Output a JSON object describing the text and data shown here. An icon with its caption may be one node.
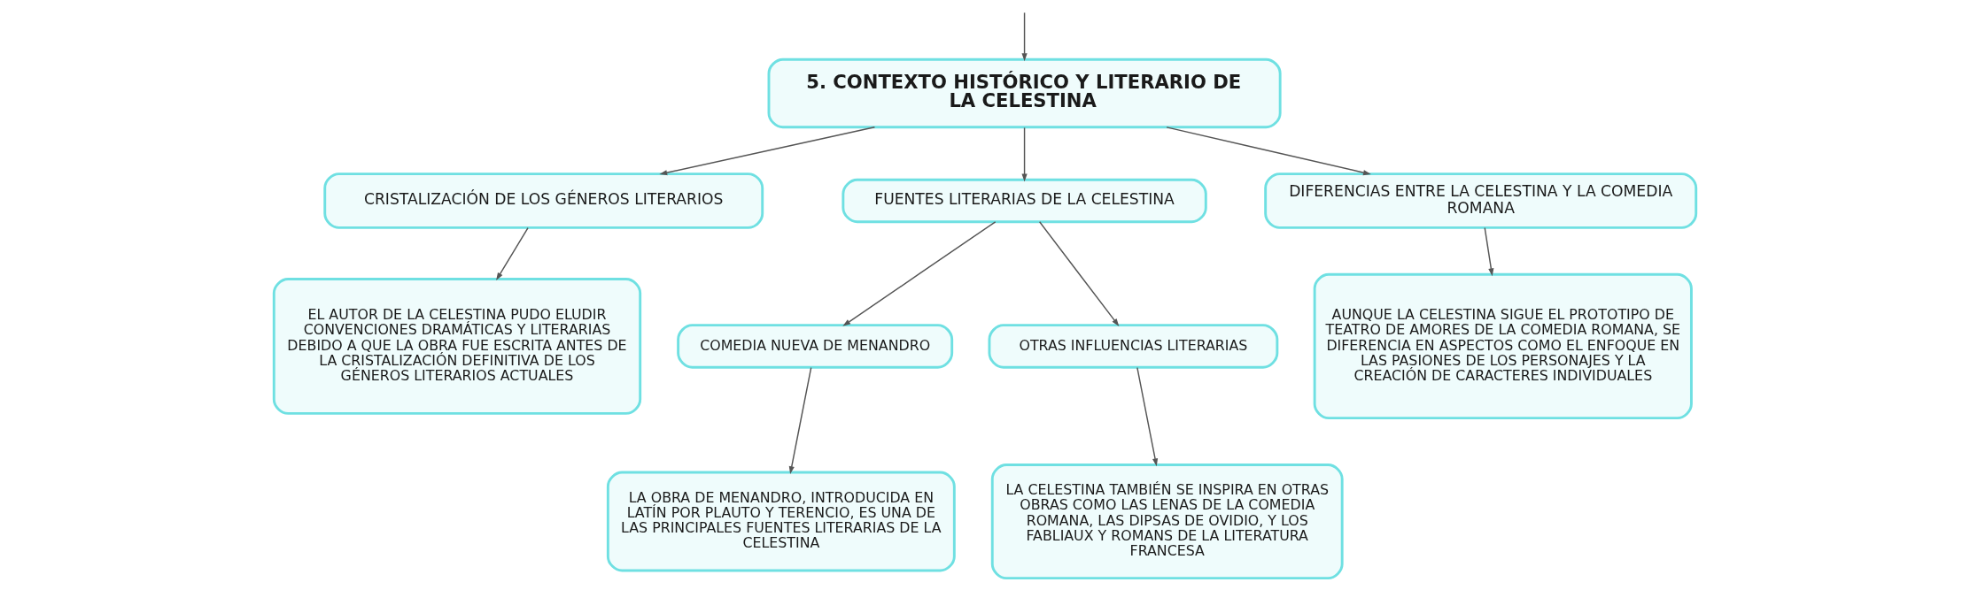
{
  "diagram": {
    "nodes": [
      {
        "text": [
          "5. CONTEXTO HISTÓRICO Y LITERARIO DE LA CELESTINA"
        ]
      },
      {
        "text": [
          "CRISTALIZACIÓN DE LOS GÉNEROS LITERARIOS"
        ]
      },
      {
        "text": [
          "FUENTES LITERARIAS DE LA CELESTINA"
        ]
      },
      {
        "text": [
          "DIFERENCIAS ENTRE LA CELESTINA Y LA COMEDIA ROMANA"
        ]
      },
      {
        "text": [
          "EL AUTOR DE LA CELESTINA PUDO ELUDIR CONVENCIONES DRAMÁTICAS Y LITERARIAS DEBIDO A QUE LA OBRA FUE ESCRITA ANTES DE LA CRISTALIZACIÓN DEFINITIVA DE LOS GÉNEROS LITERARIOS ACTUALES"
        ]
      },
      {
        "text": [
          "COMEDIA NUEVA DE MENANDRO"
        ]
      },
      {
        "text": [
          "OTRAS INFLUENCIAS LITERARIAS"
        ]
      },
      {
        "text": [
          "AUNQUE LA CELESTINA SIGUE EL PROTOTIPO DE TEATRO DE AMORES DE LA COMEDIA ROMANA, SE DIFERENCIA EN ASPECTOS COMO EL ENFOQUE EN LAS PASIONES DE LOS PERSONAJES Y LA CREACIÓN DE CARACTERES INDIVIDUALES"
        ]
      },
      {
        "text": [
          "LA OBRA DE MENANDRO, INTRODUCIDA EN LATÍN POR PLAUTO Y TERENCIO, ES UNA DE LAS PRINCIPALES FUENTES LITERARIAS DE LA CELESTINA"
        ]
      },
      {
        "text": [
          "LA CELESTINA TAMBIÉN SE INSPIRA EN OTRAS OBRAS COMO LAS LENAS DE LA COMEDIA ROMANA, LAS DIPSAS DE OVIDIO, Y LOS FABLIAUX Y ROMANS DE LA LITERATURA FRANCESA"
        ]
      }
    ],
    "edges": [
      {
        "from": null,
        "to": 0,
        "arrow": "to"
      },
      {
        "from": 0,
        "to": 1,
        "arrow": "to"
      },
      {
        "from": 0,
        "to": 2,
        "arrow": "to"
      },
      {
        "from": 0,
        "to": 3,
        "arrow": "to"
      },
      {
        "from": 1,
        "to": 4,
        "arrow": "to"
      },
      {
        "from": 2,
        "to": 5,
        "arrow": "to"
      },
      {
        "from": 2,
        "to": 6,
        "arrow": "to"
      },
      {
        "from": 3,
        "to": 7,
        "arrow": "to"
      },
      {
        "from": 5,
        "to": 8,
        "arrow": "to"
      },
      {
        "from": 6,
        "to": 9,
        "arrow": "to"
      }
    ]
  }
}
